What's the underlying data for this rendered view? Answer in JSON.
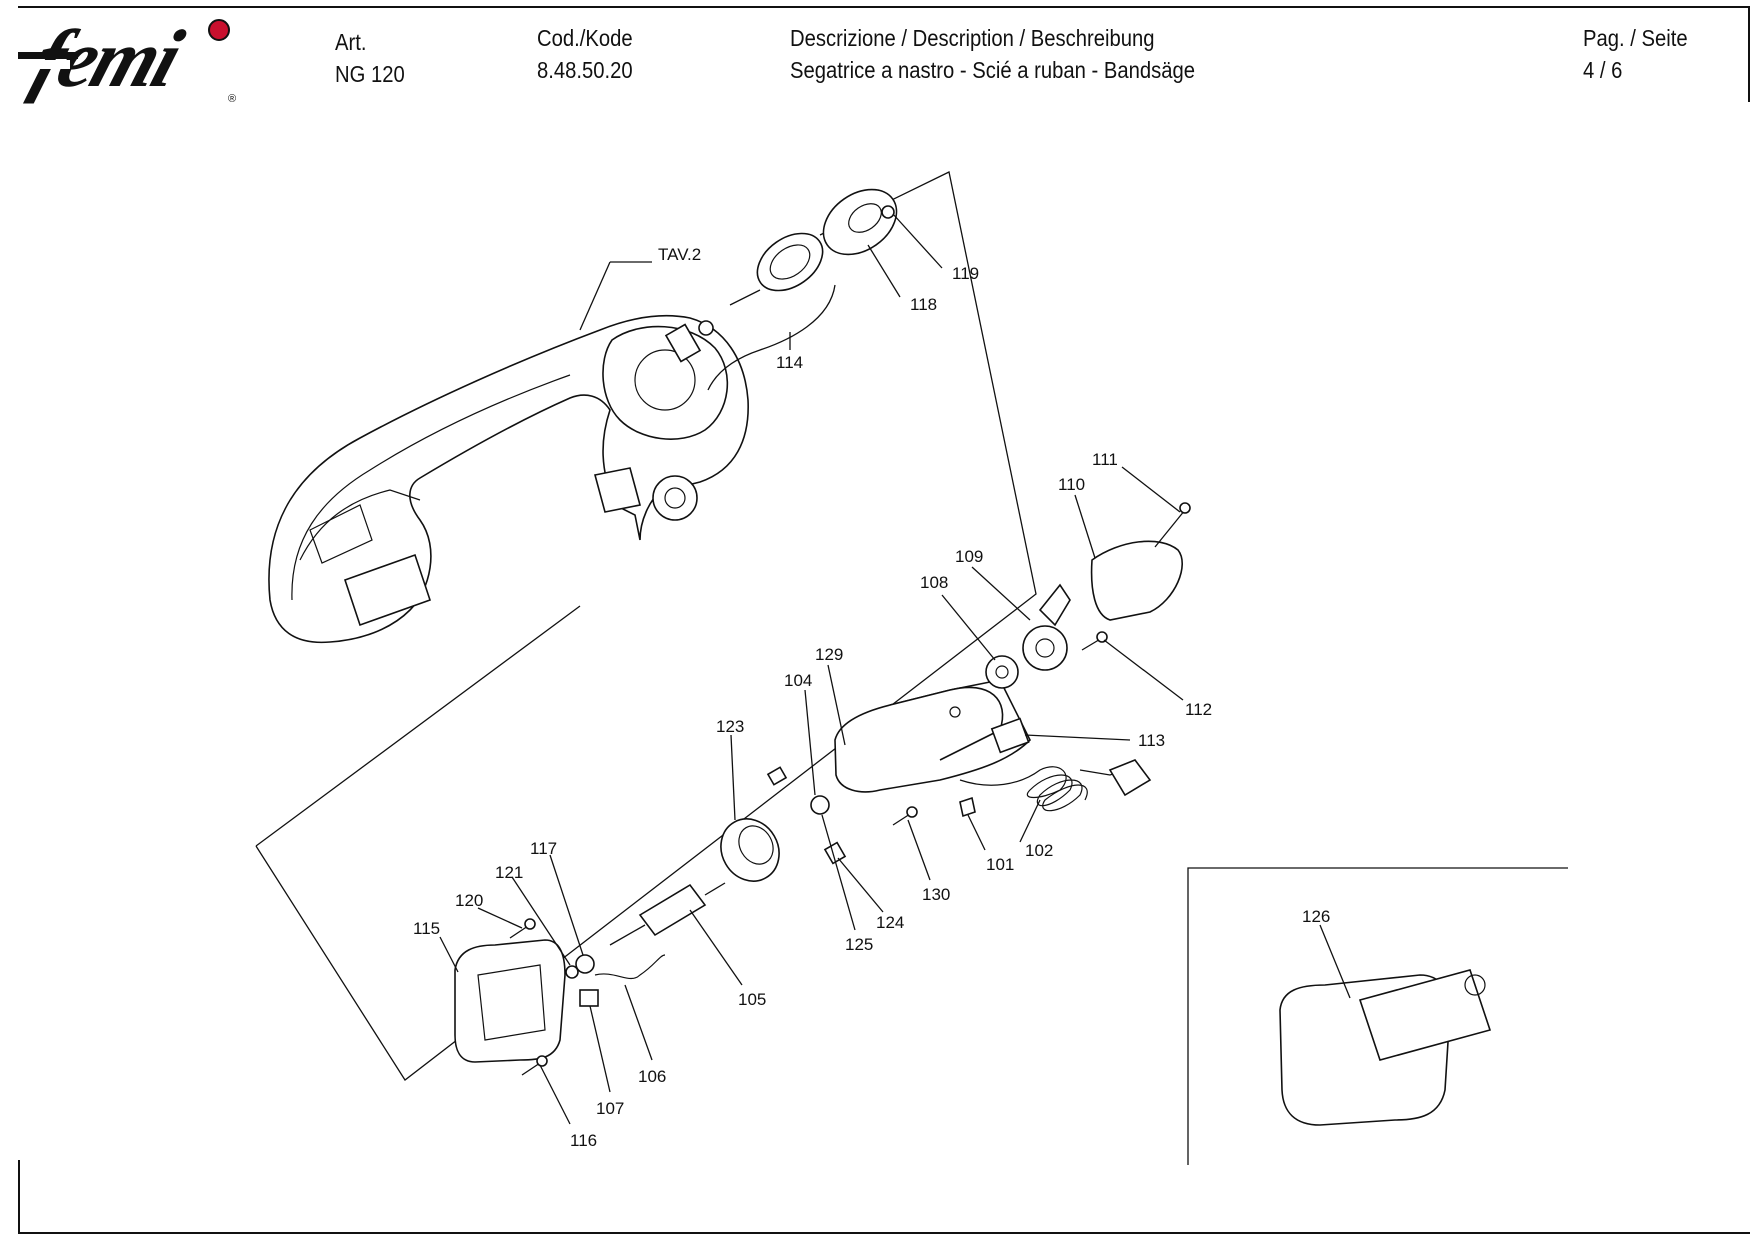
{
  "logo": {
    "text": "femi",
    "mark": "®",
    "accent_color": "#c8102e"
  },
  "header": {
    "art_label": "Art.",
    "art_value": "NG 120",
    "code_label": "Cod./Kode",
    "code_value": "8.48.50.20",
    "desc_label": "Descrizione / Description / Beschreibung",
    "desc_value": "Segatrice a nastro - Scié a ruban - Bandsäge",
    "page_label": "Pag. / Seite",
    "page_value": "4 / 6"
  },
  "callouts": {
    "tav2": "TAV.2",
    "p101": "101",
    "p102": "102",
    "p104": "104",
    "p105": "105",
    "p106": "106",
    "p107": "107",
    "p108": "108",
    "p109": "109",
    "p110": "110",
    "p111": "111",
    "p112": "112",
    "p113": "113",
    "p114": "114",
    "p115": "115",
    "p116": "116",
    "p117": "117",
    "p118": "118",
    "p119": "119",
    "p120": "120",
    "p121": "121",
    "p123": "123",
    "p124": "124",
    "p125": "125",
    "p126": "126",
    "p129": "129",
    "p130": "130"
  }
}
